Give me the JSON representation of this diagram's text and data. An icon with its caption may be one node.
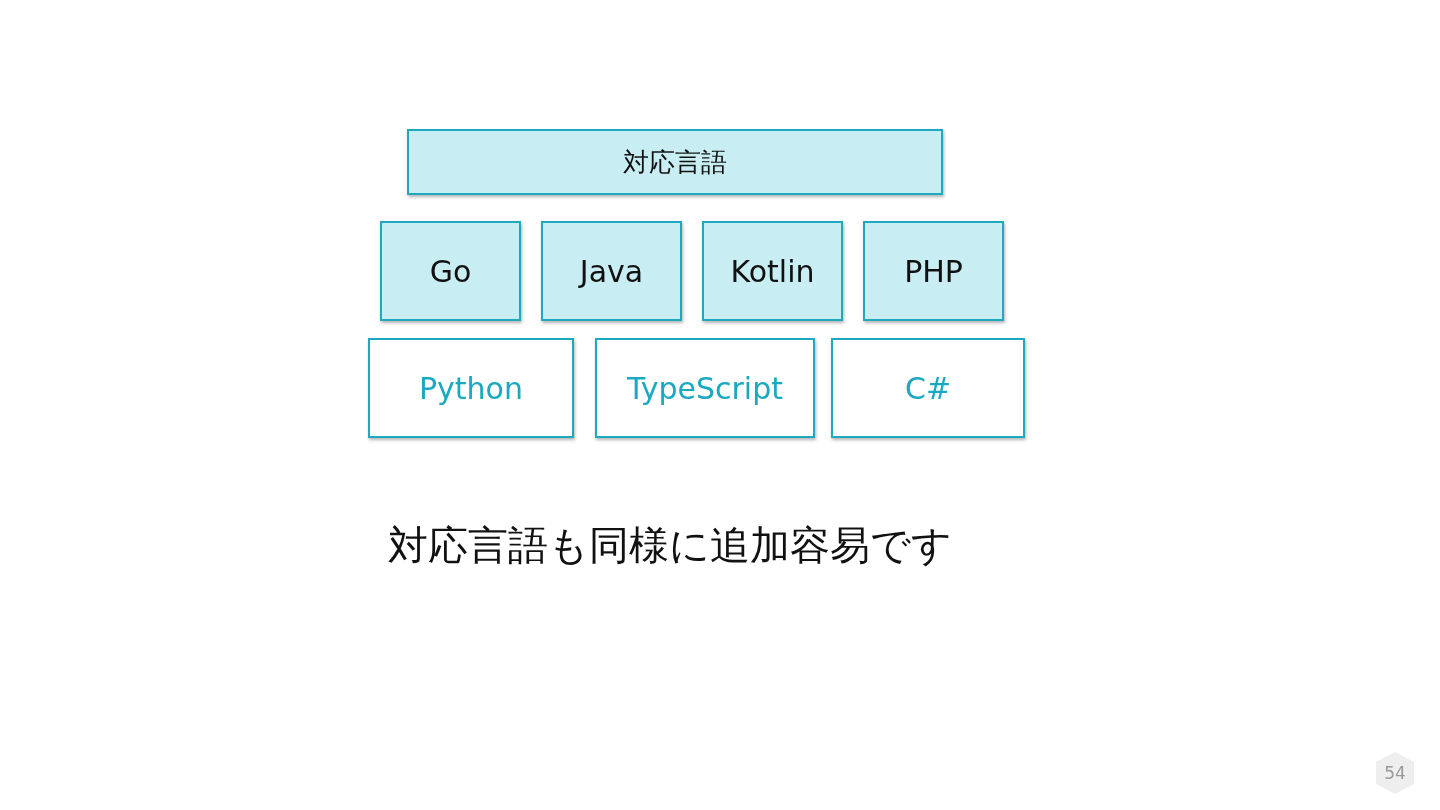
{
  "diagram": {
    "nodes": [
      {
        "text": [
          "対応言語"
        ]
      },
      {
        "text": [
          "Go"
        ]
      },
      {
        "text": [
          "Java"
        ]
      },
      {
        "text": [
          "Kotlin"
        ]
      },
      {
        "text": [
          "PHP"
        ]
      },
      {
        "text": [
          "Python"
        ]
      },
      {
        "text": [
          "TypeScript"
        ]
      },
      {
        "text": [
          "C#"
        ]
      },
      {
        "text": [
          "54"
        ]
      }
    ],
    "edges": [],
    "labels": [
      "対応言語も同様に追加容易です"
    ]
  }
}
